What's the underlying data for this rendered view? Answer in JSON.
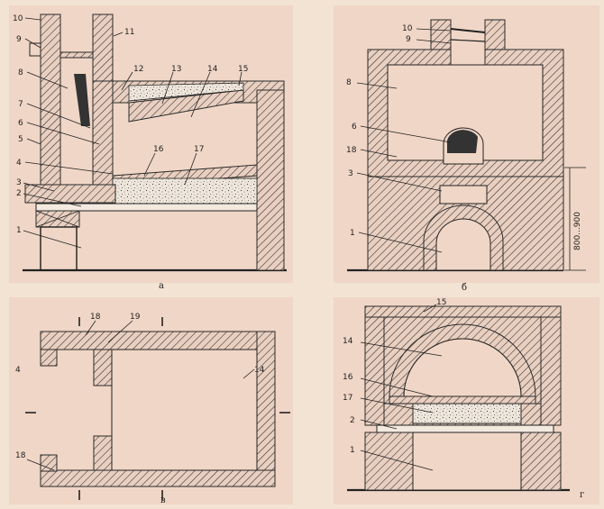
{
  "background_color": "#f3e3d3",
  "panel_color": "#f0d6c6",
  "brick_fill_color": "#e9cfc0",
  "stroke_color": "#222222",
  "captions": {
    "a": "а",
    "b": "б",
    "v": "в",
    "g": "г"
  },
  "dimension_label": "800...900",
  "panel_a": {
    "labels": [
      "10",
      "9",
      "8",
      "7",
      "6",
      "5",
      "4",
      "3",
      "2",
      "1",
      "11",
      "12",
      "13",
      "14",
      "15",
      "16",
      "17"
    ]
  },
  "panel_b": {
    "labels": [
      "10",
      "9",
      "8",
      "6",
      "18",
      "3",
      "1"
    ]
  },
  "panel_v": {
    "labels": [
      "18",
      "19",
      "4",
      "14",
      "18"
    ]
  },
  "panel_g": {
    "labels": [
      "15",
      "14",
      "16",
      "17",
      "2",
      "1"
    ]
  }
}
